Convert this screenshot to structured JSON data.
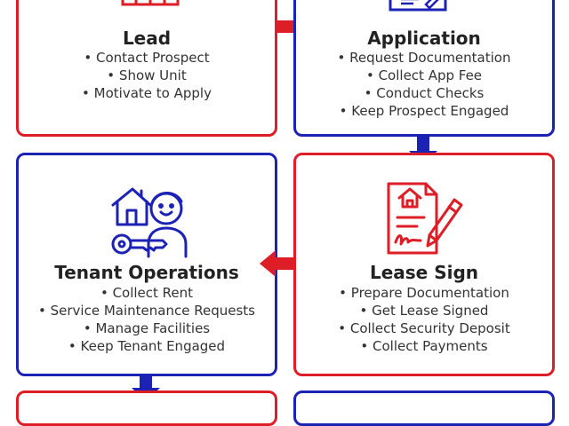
{
  "colors": {
    "red": "#dd1e26",
    "blue": "#1c22b4"
  },
  "cards": [
    {
      "id": "lead",
      "title": "Lead",
      "border": "red",
      "icon": "storefront-icon",
      "items": [
        "Contact Prospect",
        "Show Unit",
        "Motivate to Apply"
      ]
    },
    {
      "id": "application",
      "title": "Application",
      "border": "blue",
      "icon": "application-form-icon",
      "items": [
        "Request Documentation",
        "Collect App Fee",
        "Conduct Checks",
        "Keep Prospect Engaged"
      ]
    },
    {
      "id": "tenant-operations",
      "title": "Tenant Operations",
      "border": "blue",
      "icon": "tenant-house-key-icon",
      "items": [
        "Collect Rent",
        "Service Maintenance Requests",
        "Manage Facilities",
        "Keep Tenant Engaged"
      ]
    },
    {
      "id": "lease-sign",
      "title": "Lease Sign",
      "border": "red",
      "icon": "signed-lease-icon",
      "items": [
        "Prepare Documentation",
        "Get Lease Signed",
        "Collect Security Deposit",
        "Collect Payments"
      ]
    }
  ]
}
